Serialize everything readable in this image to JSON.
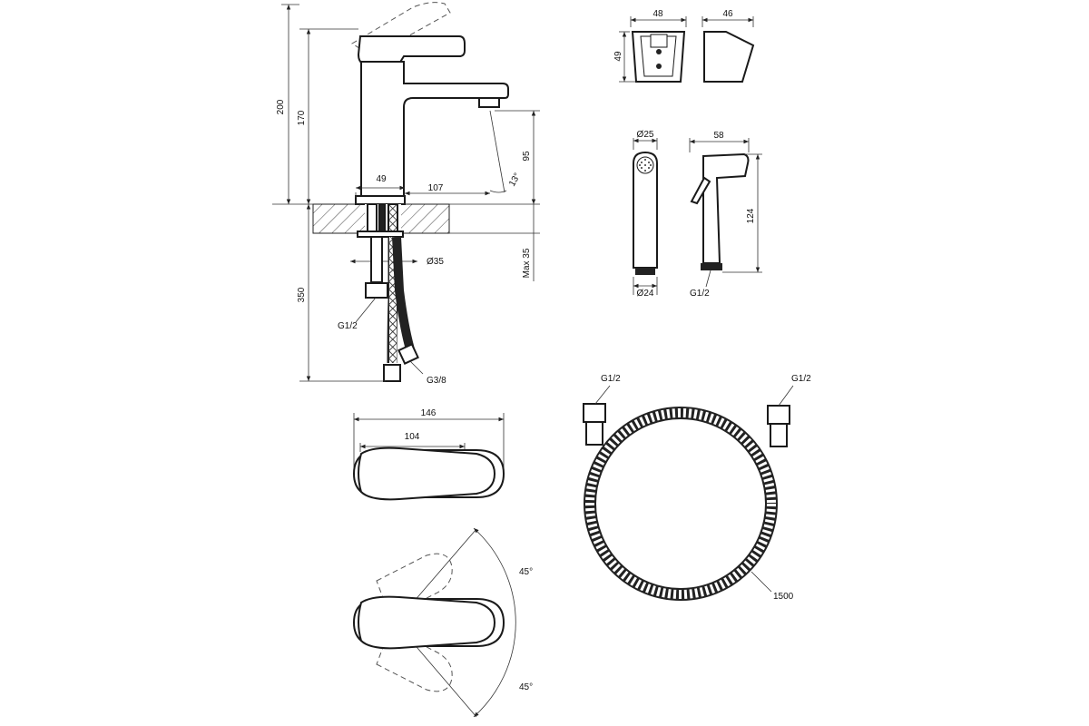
{
  "dimensions": {
    "faucet_total_height": "200",
    "faucet_spout_height": "170",
    "faucet_body_width": "49",
    "faucet_reach": "107",
    "faucet_aerator_height": "95",
    "faucet_spray_angle": "13°",
    "faucet_mounting_hole": "Ø35",
    "faucet_max_deck": "Max 35",
    "faucet_hose_length": "350",
    "faucet_inlet_thread": "G1/2",
    "faucet_hose_thread": "G3/8",
    "holder_width": "48",
    "holder_height": "49",
    "holder_depth": "46",
    "shower_head_diameter": "Ø25",
    "shower_neck_diameter": "Ø24",
    "shower_length": "58",
    "shower_height": "124",
    "shower_thread": "G1/2",
    "lever_total_length": "146",
    "lever_length": "104",
    "lever_angle_top": "45°",
    "lever_angle_bottom": "45°",
    "hose_end_left_thread": "G1/2",
    "hose_end_right_thread": "G1/2",
    "hose_length": "1500"
  }
}
